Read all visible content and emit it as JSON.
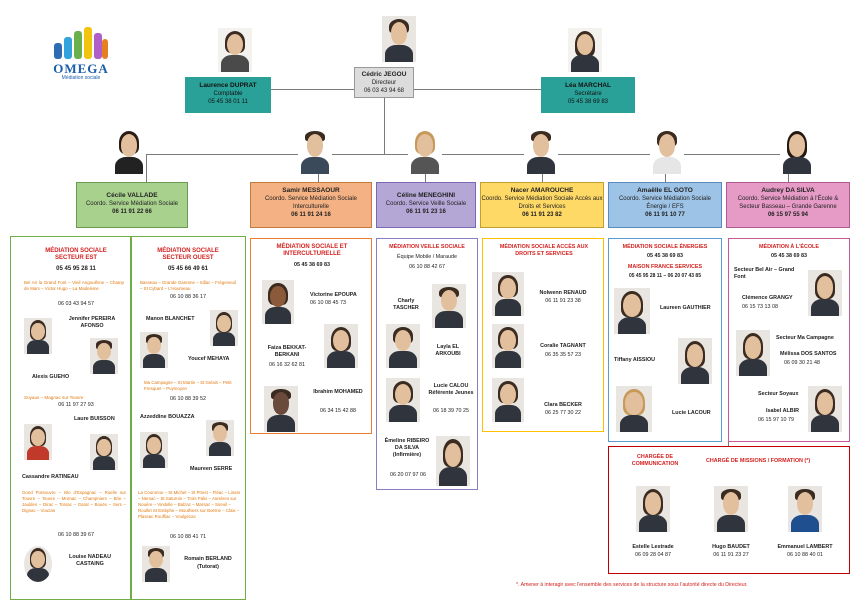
{
  "logo": {
    "name": "OMEGA",
    "tagline": "Médiation sociale"
  },
  "director": {
    "name": "Cédric JEGOU",
    "role": "Directeur",
    "phone": "06 03 43 94 68"
  },
  "accountant": {
    "name": "Laurence DUPRAT",
    "role": "Comptable",
    "phone": "05 45 38 01 11"
  },
  "secretary": {
    "name": "Léa MARCHAL",
    "role": "Secrétaire",
    "phone": "05 45 38 69 83"
  },
  "coords": [
    {
      "name": "Cécile VALLADE",
      "role": "Coordo. Service Médiation Sociale",
      "phone": "06 11 91 22 66",
      "color": "#a9d18e"
    },
    {
      "name": "Samir MESSAOUR",
      "role": "Coordo. Service Médiation Sociale Interculturelle",
      "phone": "06 11 91 24 16",
      "color": "#f4b183"
    },
    {
      "name": "Céline MENEGHINI",
      "role": "Coordo. Service Veille Sociale",
      "phone": "06 11 91 23 16",
      "color": "#b4a7d6"
    },
    {
      "name": "Nacer AMAROUCHE",
      "role": "Coordo. Service Médiation Sociale Accès aux Droits et Services",
      "phone": "06 11 91 23 82",
      "color": "#ffd966"
    },
    {
      "name": "Amaëlle EL GOTO",
      "role": "Coordo. Service Médiation Sociale Énergie / EFS",
      "phone": "06 11 91 10 77",
      "color": "#9dc3e6"
    },
    {
      "name": "Audrey DA SILVA",
      "role": "Coordo. Service Médiation à l'École & Secteur Basseau – Grande Garenne",
      "phone": "06 15 97 55 94",
      "color": "#e69bc7"
    }
  ],
  "est": {
    "title": "MÉDIATION SOCIALE SECTEUR EST",
    "phone": "05 45 95 28 11",
    "area1": "Bel Air la Grand Font – Vieil Angoulême – Champ de Mars – Victor Hugo – La Madeleine",
    "p1phone": "06 03 43 94 57",
    "p2": "Jennifer PEREIRA AFONSO",
    "p3": "Alexis GUEHO",
    "area2": "Soyaux – Magnac sur Touvre",
    "p3phone": "06 11 97 27 93",
    "p4": "Laure BUISSON",
    "p5": "Cassandre RATINEAU",
    "area3": "Gond Pontouvre – Isle d'Espagnac – Ruelle sur Touvre – Touvre – Mornac – Champniers – Brie – Jauldes – Dirac – Torsac – Garat – Bouëx – Sers – Dignac – Vouzan",
    "p5phone": "06 10 88 39 67",
    "p6": "Louise NADEAU CASTAING"
  },
  "ouest": {
    "title": "MÉDIATION SOCIALE SECTEUR OUEST",
    "phone": "05 45 66 49 61",
    "area1": "Basseau – Grande Garenne – Sillac – Frégeneuil – St Cybard – L'Houmeau",
    "p1phone": "06 10 88 36 17",
    "p1": "Manon BLANCHET",
    "p2": "Youcef MEHAYA",
    "area2": "Ma Campagne – St Martin – St Gelais – Petit Fresquet – Puymoyen",
    "p2phone": "06 10 88 39 52",
    "p3": "Azzeddine BOUAZZA",
    "p4": "Maureen SERRE",
    "area3": "La Couronne – St Michel – St Priest – Fléac – Linars – Nersac – St Saturnin – Trois Palis – Asnières sur Nouère – Vindelle – Balzac – Marsac – Sireuil – Roullet St Estèphe – Mouthiers sur Boëme – Claix – Plassac Rouffiac – Voulgézac",
    "p4phone": "06 10 88 41 71",
    "p5": "Romain BERLAND",
    "p5note": "(Tutorat)"
  },
  "inter": {
    "title": "MÉDIATION SOCIALE ET INTERCULTURELLE",
    "phone": "05 45 38 69 83",
    "p1": "Victorine EPOUPA",
    "p1phone": "06 10 08 45 73",
    "p2": "Faiza BEKKAT-BERKANI",
    "p2phone": "06 16 32 62 81",
    "p3": "Ibrahim MOHAMED",
    "p3phone": "06 34 15 42 88"
  },
  "veille": {
    "title": "MÉDIATION VEILLE SOCIALE",
    "sub": "Équipe Mobile / Maraude",
    "phone": "06 10 88 42 67",
    "p1": "Charly TASCHER",
    "p2": "Layla EL ARKOUBI",
    "p3": "Lucie CALOU Référente Jeunes",
    "p3phone": "06 18 39 70 25",
    "p4": "Émeline RIBEIRO DA SILVA (Infirmière)",
    "p4phone": "06 20 07 97 06"
  },
  "acces": {
    "title": "MÉDIATION SOCIALE ACCÈS AUX DROITS ET SERVICES",
    "p1": "Nolwenn RENAUD",
    "p1phone": "06 11 91 23 38",
    "p2": "Coralie TAGNANT",
    "p2phone": "06 35 35 57 23",
    "p3": "Clara BECKER",
    "p3phone": "06 25 77 30 22"
  },
  "energie": {
    "title": "MÉDIATION SOCIALE ÉNERGIES",
    "phone": "05 45 38 69 83",
    "mfs": "MAISON FRANCE SERVICES",
    "mfsphone": "05 45 95 28 11 – 06 20 07 43 85",
    "p1": "Laureen GAUTHIER",
    "p2": "Tiffany AISSIOU",
    "p3": "Lucie LACOUR"
  },
  "ecole": {
    "title": "MÉDIATION À L'ÉCOLE",
    "phone": "05 45 38 69 83",
    "area1": "Secteur Bel Air – Grand Font",
    "p1": "Clémence GRANGY",
    "p1phone": "06 15 73 13 08",
    "area2": "Secteur Ma Campagne",
    "p2": "Mélissa DOS SANTOS",
    "p2phone": "06 09 30 21 48",
    "area3": "Secteur Soyaux",
    "p3": "Isabel ALBIR",
    "p3phone": "06 15 97 10 79"
  },
  "missions": {
    "t1": "CHARGÉE DE COMMUNICATION",
    "t2": "CHARGÉ DE MISSIONS / FORMATION (*)",
    "p1": "Estelle Lestrade",
    "p1phone": "06 09 28 04 87",
    "p2": "Hugo BAUDET",
    "p2phone": "06 11 91 23 27",
    "p3": "Emmanuel LAMBERT",
    "p3phone": "06 10 88 40 01"
  },
  "footnote": "*. Amener à interagir avec l'ensemble des services de la structure sous l'autorité directe du Directeur."
}
